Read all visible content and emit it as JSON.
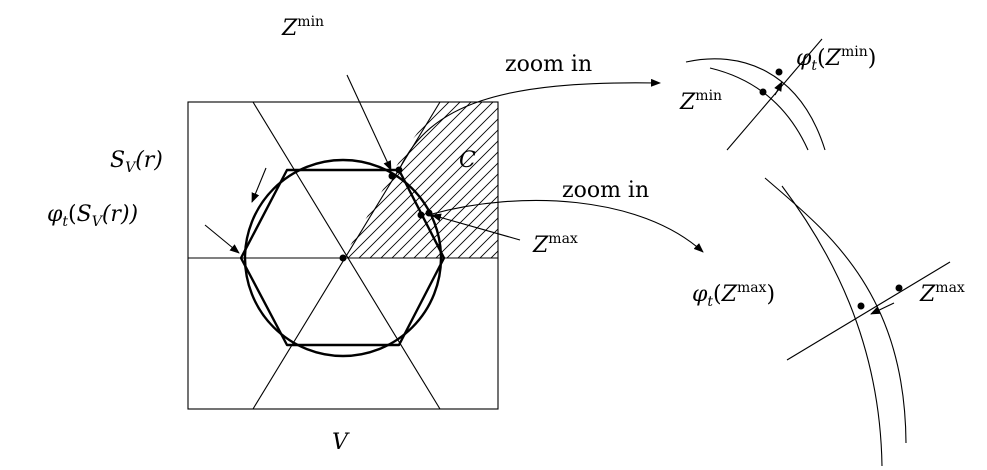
{
  "labels": {
    "sv": {
      "main": "S",
      "sub": "V",
      "rest": "(r)"
    },
    "phi_sv": {
      "phi": "φ",
      "t": "t",
      "open": "(",
      "s": "S",
      "v": "V",
      "r": "(r))"
    },
    "v": "V",
    "c": "C",
    "zmin": {
      "z": "Z",
      "sup": "min"
    },
    "zmax": {
      "z": "Z",
      "sup": "max"
    },
    "zoom1": "zoom in",
    "zoom2": "zoom in",
    "phi_zmin": {
      "phi": "φ",
      "t": "t",
      "open": "(",
      "z": "Z",
      "sup": "min",
      "close": ")"
    },
    "zmin_small": {
      "z": "Z",
      "sup": "min"
    },
    "phi_zmax": {
      "phi": "φ",
      "t": "t",
      "open": "(",
      "z": "Z",
      "sup": "max",
      "close": ")"
    },
    "zmax_small": {
      "z": "Z",
      "sup": "max"
    }
  }
}
